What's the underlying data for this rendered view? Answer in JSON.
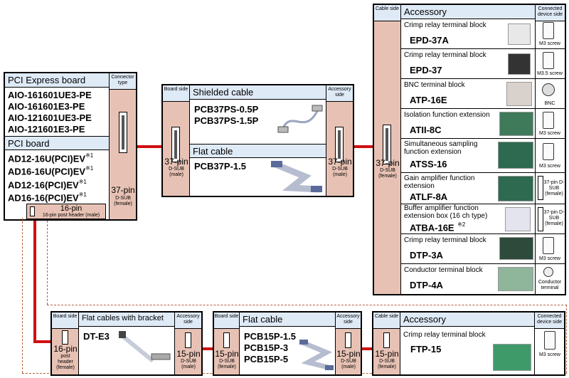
{
  "pci_board_group": {
    "express_header": "PCI Express board",
    "connector_type_label": "Connector type",
    "express_models": [
      "AIO-161601UE3-PE",
      "AIO-161601E3-PE",
      "AIO-121601UE3-PE",
      "AIO-121601E3-PE"
    ],
    "pci_header": "PCI board",
    "pci_models": [
      {
        "name": "AD12-16U(PCI)EV",
        "note": "※1"
      },
      {
        "name": "AD16-16U(PCI)EV",
        "note": "※1"
      },
      {
        "name": "AD12-16(PCI)EV",
        "note": "※1"
      },
      {
        "name": "AD16-16(PCI)EV",
        "note": "※1"
      }
    ],
    "connector_37": {
      "pins": "37-pin",
      "type": "D-SUB",
      "gender": "(female)"
    },
    "connector_16": {
      "pins": "16-pin",
      "desc": "16-pin post header (male)"
    }
  },
  "cable_group": {
    "board_side_label": "Board side",
    "accessory_side_label": "Accessory side",
    "shielded_header": "Shielded cable",
    "shielded_models": [
      "PCB37PS-0.5P",
      "PCB37PS-1.5P"
    ],
    "flat_header": "Flat cable",
    "flat_models": [
      "PCB37P-1.5"
    ],
    "board_conn": {
      "pins": "37-pin",
      "type": "D-SUB",
      "gender": "(male)"
    },
    "acc_conn": {
      "pins": "37-pin",
      "type": "D-SUB",
      "gender": "(male)"
    }
  },
  "accessory_group": {
    "cable_side_label": "Cable side",
    "header": "Accessory",
    "device_side_label": "Connected device side",
    "conn": {
      "pins": "37-pin",
      "type": "D-SUB",
      "gender": "(female)"
    },
    "rows": [
      {
        "title": "Crimp relay terminal block",
        "model": "EPD-37A",
        "note": "",
        "dev": "M3 screw"
      },
      {
        "title": "Crimp relay terminal block",
        "model": "EPD-37",
        "note": "",
        "dev": "M3.5 screw"
      },
      {
        "title": "BNC terminal block",
        "model": "ATP-16E",
        "note": "",
        "dev": "BNC"
      },
      {
        "title": "Isolation function extension",
        "model": "ATII-8C",
        "note": "",
        "dev": "M3 screw"
      },
      {
        "title": "Simultaneous sampling function extension",
        "model": "ATSS-16",
        "note": "",
        "dev": "M3 screw"
      },
      {
        "title": "Gain amplifier function extension",
        "model": "ATLF-8A",
        "note": "",
        "dev": "37-pin D-SUB (female)"
      },
      {
        "title": "Buffer amplifier function extension box (16 ch type)",
        "model": "ATBA-16E",
        "note": "※2",
        "dev": "37-pin D-SUB (female)"
      },
      {
        "title": "Crimp relay terminal block",
        "model": "DTP-3A",
        "note": "",
        "dev": "M3 screw"
      },
      {
        "title": "Conductor terminal block",
        "model": "DTP-4A",
        "note": "",
        "dev": "Conductor terminal"
      }
    ]
  },
  "bottom": {
    "bracket": {
      "board_side_label": "Board side",
      "header": "Flat cables with bracket",
      "accessory_side_label": "Accessory side",
      "model": "DT-E3",
      "left_conn": {
        "pins": "16-pin",
        "desc1": "post",
        "desc2": "header",
        "desc3": "(female)"
      },
      "right_conn": {
        "pins": "15-pin",
        "type": "D-SUB",
        "gender": "(male)"
      }
    },
    "flat": {
      "board_side_label": "Board side",
      "header": "Flat cable",
      "accessory_side_label": "Accessory side",
      "models": [
        "PCB15P-1.5",
        "PCB15P-3",
        "PCB15P-5"
      ],
      "left_conn": {
        "pins": "15-pin",
        "type": "D-SUB",
        "gender": "(female)"
      },
      "right_conn": {
        "pins": "15-pin",
        "type": "D-SUB",
        "gender": "(male)"
      }
    },
    "accessory": {
      "cable_side_label": "Cable side",
      "header": "Accessory",
      "device_side_label": "Connected device side",
      "title": "Crimp relay terminal block",
      "model": "FTP-15",
      "dev": "M3 screw",
      "left_conn": {
        "pins": "15-pin",
        "type": "D-SUB",
        "gender": "(female)"
      }
    }
  }
}
